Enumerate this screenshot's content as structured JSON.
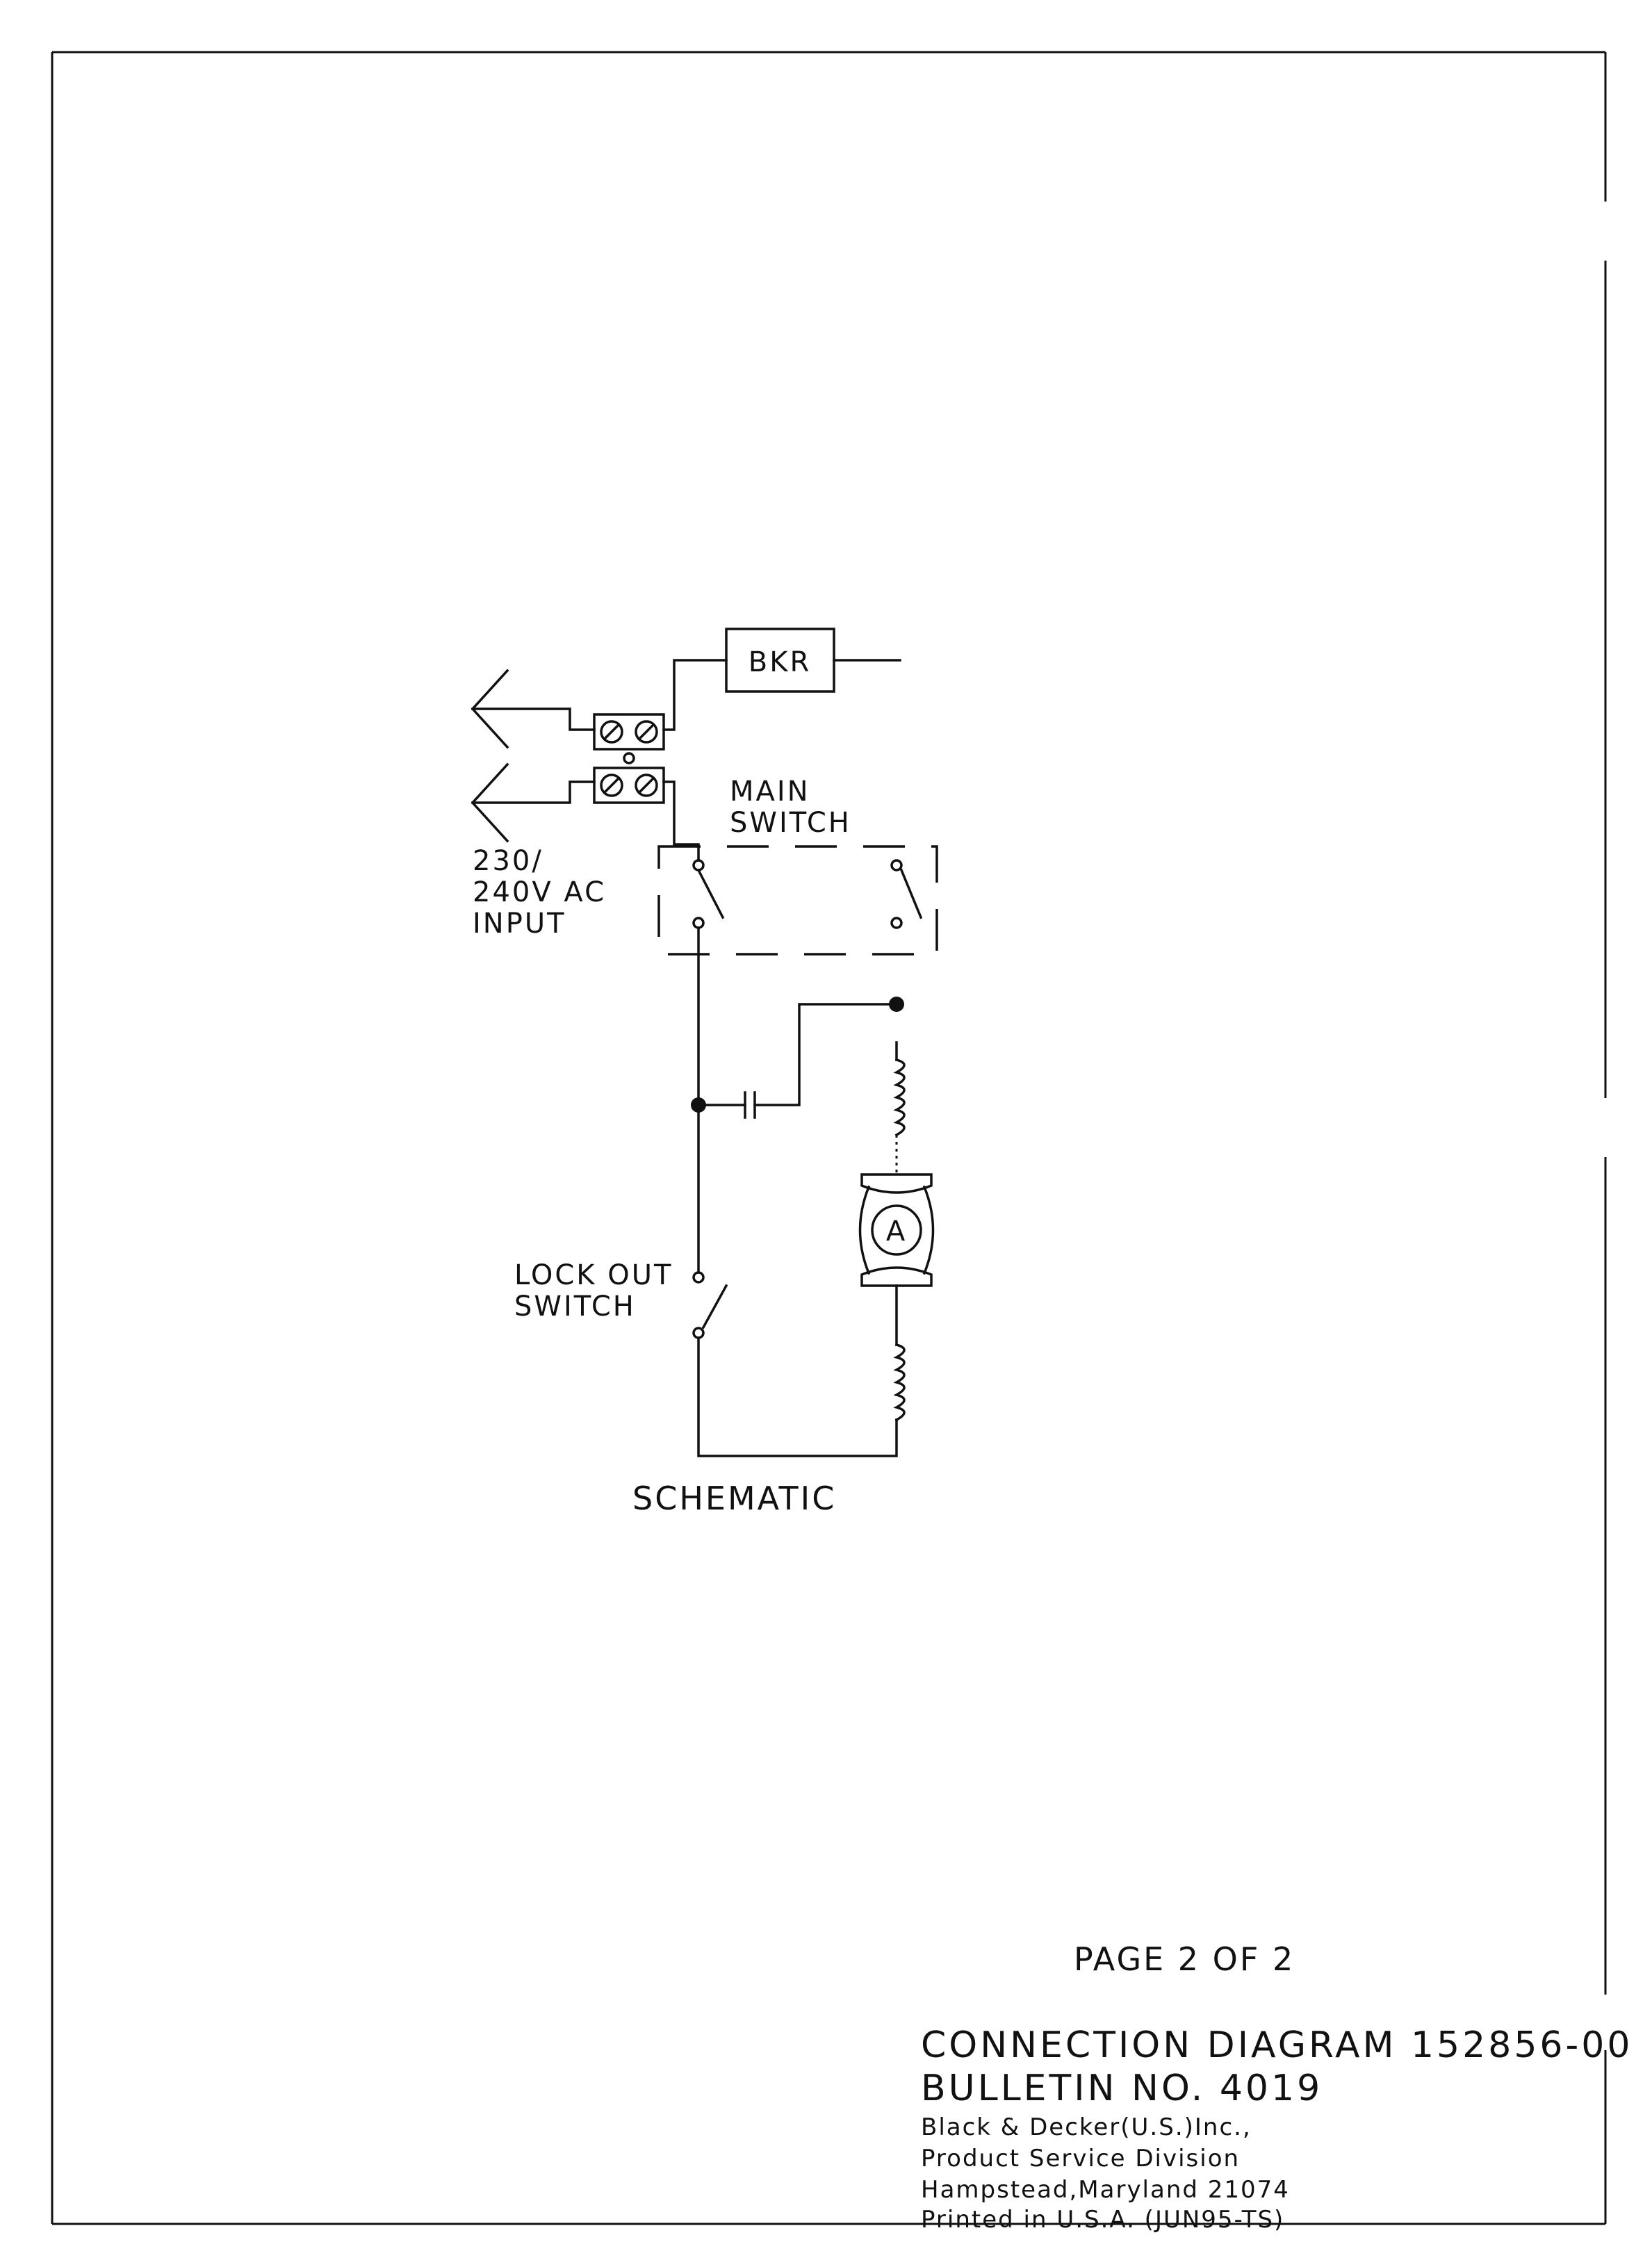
{
  "diagram": {
    "breaker_label": "BKR",
    "main_switch_line1": "MAIN",
    "main_switch_line2": "SWITCH",
    "input_line1": "230/",
    "input_line2": "240V AC",
    "input_line3": "INPUT",
    "lockout_line1": "LOCK OUT",
    "lockout_line2": "SWITCH",
    "armature_label": "A",
    "schematic_label": "SCHEMATIC"
  },
  "footer": {
    "page": "PAGE 2 OF 2",
    "title": "CONNECTION DIAGRAM 152856-00",
    "bulletin": "BULLETIN NO. 4019",
    "company": "Black & Decker(U.S.)Inc.,",
    "division": "Product Service Division",
    "address": "Hampstead,Maryland 21074",
    "printed": "Printed in U.S.A.  (JUN95-TS)"
  }
}
